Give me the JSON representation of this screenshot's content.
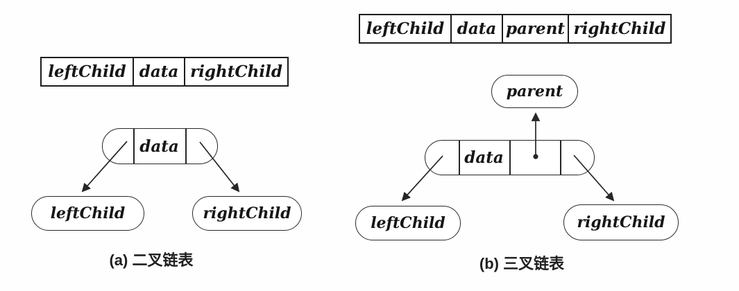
{
  "figure": {
    "panel_a": {
      "caption": "(a) 二叉链表",
      "table_cells": [
        "leftChild",
        "data",
        "rightChild"
      ],
      "node_label": "data",
      "left_child": "leftChild",
      "right_child": "rightChild"
    },
    "panel_b": {
      "caption": "(b) 三叉链表",
      "table_cells": [
        "leftChild",
        "data",
        "parent",
        "rightChild"
      ],
      "node_label": "data",
      "parent": "parent",
      "left_child": "leftChild",
      "right_child": "rightChild"
    },
    "colors": {
      "line": "#262626",
      "text": "#161616",
      "background": "#fefefe"
    }
  }
}
